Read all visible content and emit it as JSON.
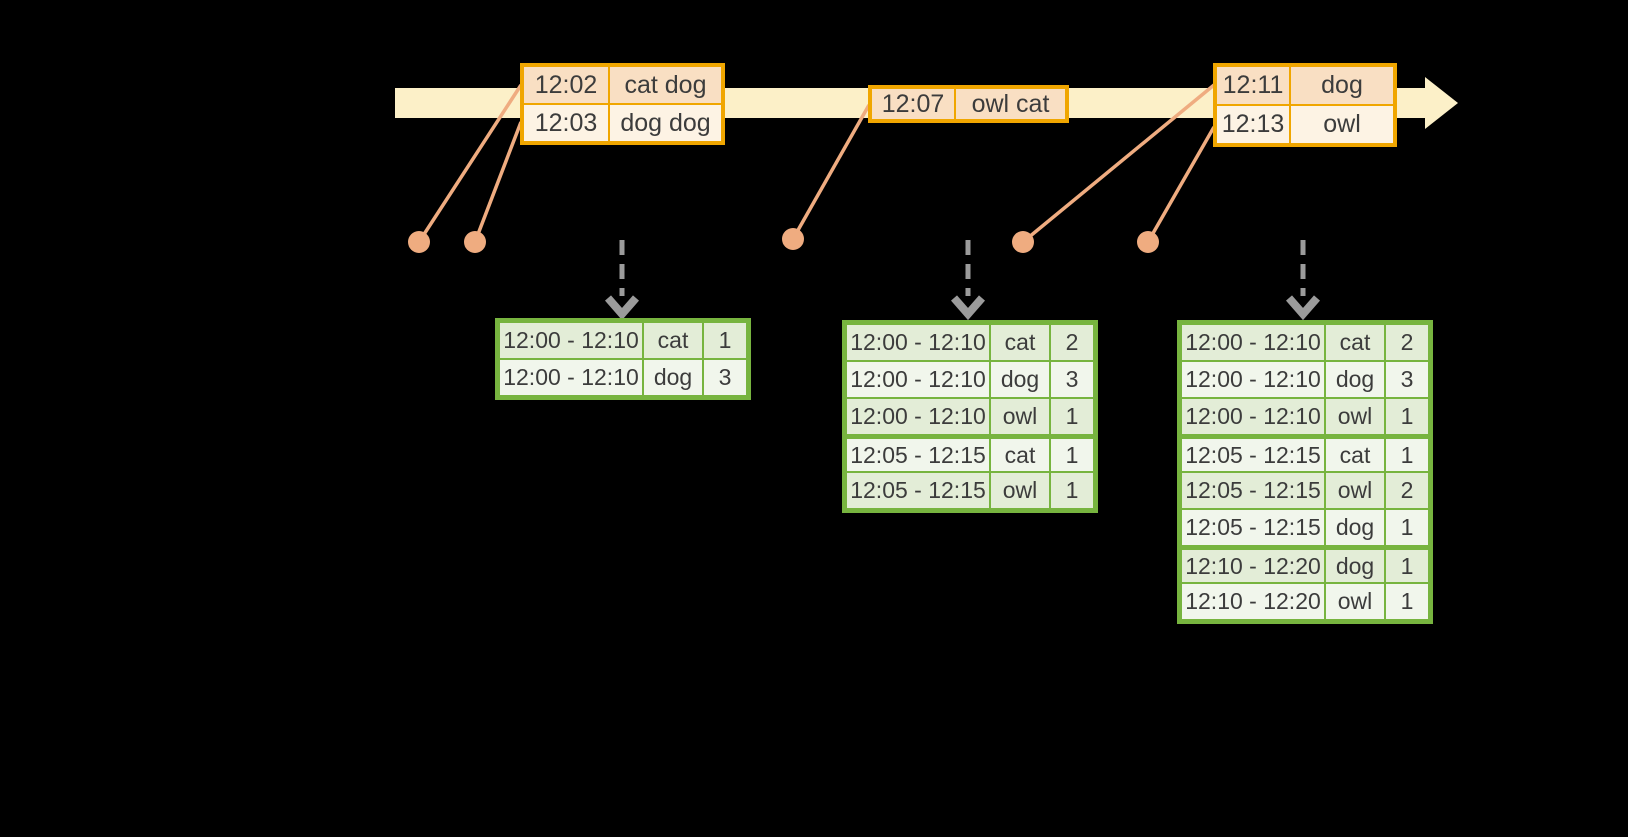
{
  "diagram": {
    "kind": "windowed-grouped-aggregation-timeline",
    "background": "#000000"
  },
  "colors": {
    "timeline_band": "#fcf0c8",
    "event_border": "#f0a600",
    "event_row_dark": "#f9dfc3",
    "event_row_light": "#fdf3e4",
    "connector_salmon": "#efac80",
    "result_border": "#77b43f",
    "result_row_dark": "#e3edd7",
    "result_row_light": "#f1f6ec",
    "trigger_arrow_gray": "#9b9b9b",
    "text": "#3c3c3c"
  },
  "event_tables": [
    {
      "rows": [
        {
          "time": "12:02",
          "words": "cat dog"
        },
        {
          "time": "12:03",
          "words": "dog dog"
        }
      ]
    },
    {
      "rows": [
        {
          "time": "12:07",
          "words": "owl cat"
        }
      ]
    },
    {
      "rows": [
        {
          "time": "12:11",
          "words": "dog"
        },
        {
          "time": "12:13",
          "words": "owl"
        }
      ]
    }
  ],
  "result_tables": [
    {
      "rows": [
        {
          "window": "12:00 - 12:10",
          "word": "cat",
          "count": "1"
        },
        {
          "window": "12:00 - 12:10",
          "word": "dog",
          "count": "3"
        }
      ]
    },
    {
      "rows": [
        {
          "window": "12:00 - 12:10",
          "word": "cat",
          "count": "2"
        },
        {
          "window": "12:00 - 12:10",
          "word": "dog",
          "count": "3"
        },
        {
          "window": "12:00 - 12:10",
          "word": "owl",
          "count": "1"
        },
        {
          "window": "12:05 - 12:15",
          "word": "cat",
          "count": "1"
        },
        {
          "window": "12:05 - 12:15",
          "word": "owl",
          "count": "1"
        }
      ]
    },
    {
      "rows": [
        {
          "window": "12:00 - 12:10",
          "word": "cat",
          "count": "2"
        },
        {
          "window": "12:00 - 12:10",
          "word": "dog",
          "count": "3"
        },
        {
          "window": "12:00 - 12:10",
          "word": "owl",
          "count": "1"
        },
        {
          "window": "12:05 - 12:15",
          "word": "cat",
          "count": "1"
        },
        {
          "window": "12:05 - 12:15",
          "word": "owl",
          "count": "2"
        },
        {
          "window": "12:05 - 12:15",
          "word": "dog",
          "count": "1"
        },
        {
          "window": "12:10 - 12:20",
          "word": "dog",
          "count": "1"
        },
        {
          "window": "12:10 - 12:20",
          "word": "owl",
          "count": "1"
        }
      ]
    }
  ]
}
